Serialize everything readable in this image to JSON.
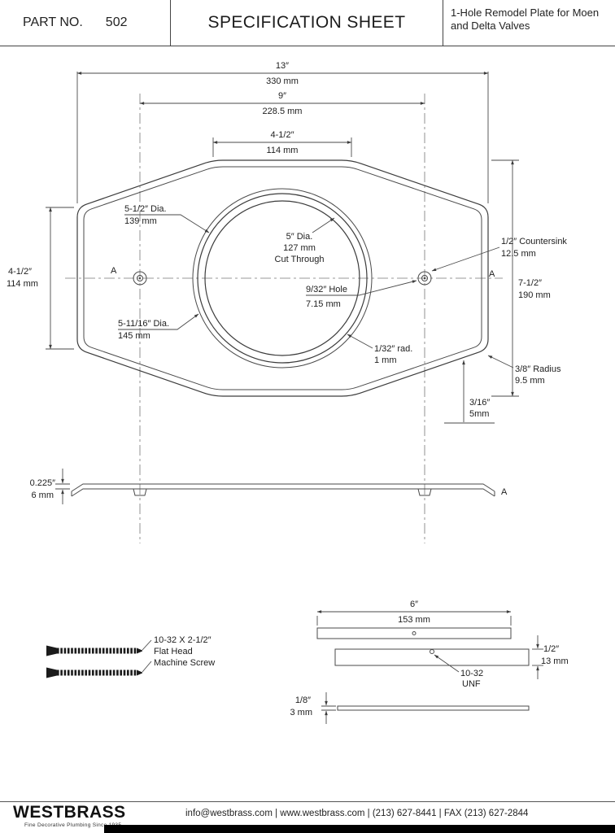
{
  "header": {
    "part_label": "PART NO.",
    "part_number": "502",
    "title": "SPECIFICATION SHEET",
    "subtitle_line1": "1-Hole Remodel Plate for Moen",
    "subtitle_line2": "and Delta Valves"
  },
  "plan": {
    "dim_13_in": "13″",
    "dim_13_mm": "330 mm",
    "dim_9_in": "9″",
    "dim_9_mm": "228.5 mm",
    "dim_45top_in": "4-1/2″",
    "dim_45top_mm": "114 mm",
    "dim_45left_in": "4-1/2″",
    "dim_45left_mm": "114 mm",
    "dim_75right_in": "7-1/2″",
    "dim_75right_mm": "190 mm",
    "dia_55_in": "5-1/2″ Dia.",
    "dia_55_mm": "139 mm",
    "dia_5_in": "5″ Dia.",
    "dia_5_mm": "127 mm",
    "dia_5_note": "Cut Through",
    "countersink_in": "1/2″ Countersink",
    "countersink_mm": "12.5 mm",
    "hole_in": "9/32″ Hole",
    "hole_mm": "7.15 mm",
    "dia_511_in": "5-11/16″ Dia.",
    "dia_511_mm": "145 mm",
    "rad_132_in": "1/32″ rad.",
    "rad_132_mm": "1 mm",
    "radius_38_in": "3/8″ Radius",
    "radius_38_mm": "9.5 mm",
    "edge_316_in": "3/16″",
    "edge_316_mm": "5mm",
    "section_label": "A"
  },
  "section": {
    "thickness_in": "0.225″",
    "thickness_mm": "6 mm"
  },
  "screw_detail": {
    "line1": "10-32 X 2-1/2″",
    "line2": "Flat Head",
    "line3": "Machine Screw"
  },
  "side_views": {
    "dim_6_in": "6″",
    "dim_6_mm": "153 mm",
    "dim_12_in": "1/2″",
    "dim_12_mm": "13 mm",
    "thread_line1": "10-32",
    "thread_line2": "UNF",
    "dim_18_in": "1/8″",
    "dim_18_mm": "3 mm"
  },
  "footer": {
    "brand": "WESTBRASS",
    "tagline": "Fine Decorative Plumbing Since 1935",
    "contact": "info@westbrass.com  |  www.westbrass.com  |  (213) 627-8441  |  FAX (213) 627-2844"
  }
}
